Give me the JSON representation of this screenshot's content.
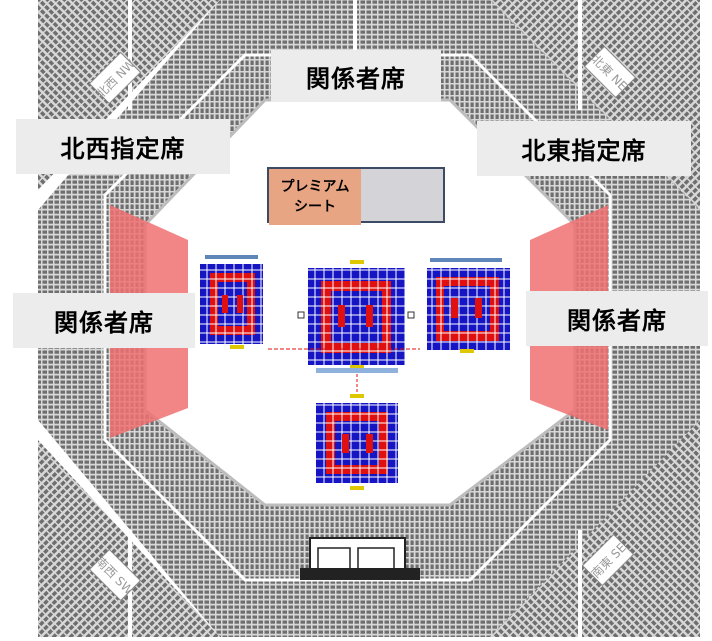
{
  "map": {
    "labels": {
      "top": "関係者席",
      "northwest": "北西指定席",
      "northeast": "北東指定席",
      "west": "関係者席",
      "east": "関係者席"
    },
    "premium": {
      "line1": "プレミアム",
      "line2": "シート"
    },
    "corner_signs": {
      "nw": "北西 NW",
      "ne": "北東 NE",
      "sw": "南西 SW",
      "se": "南東 SE"
    },
    "colors": {
      "relation_seat_highlight": "#f07070",
      "ring_blue": "#1515c4",
      "ring_red": "#e01010",
      "premium_orange": "#e8a583",
      "premium_gray": "#d4d4d8",
      "stands": "#8d8d8d"
    }
  }
}
